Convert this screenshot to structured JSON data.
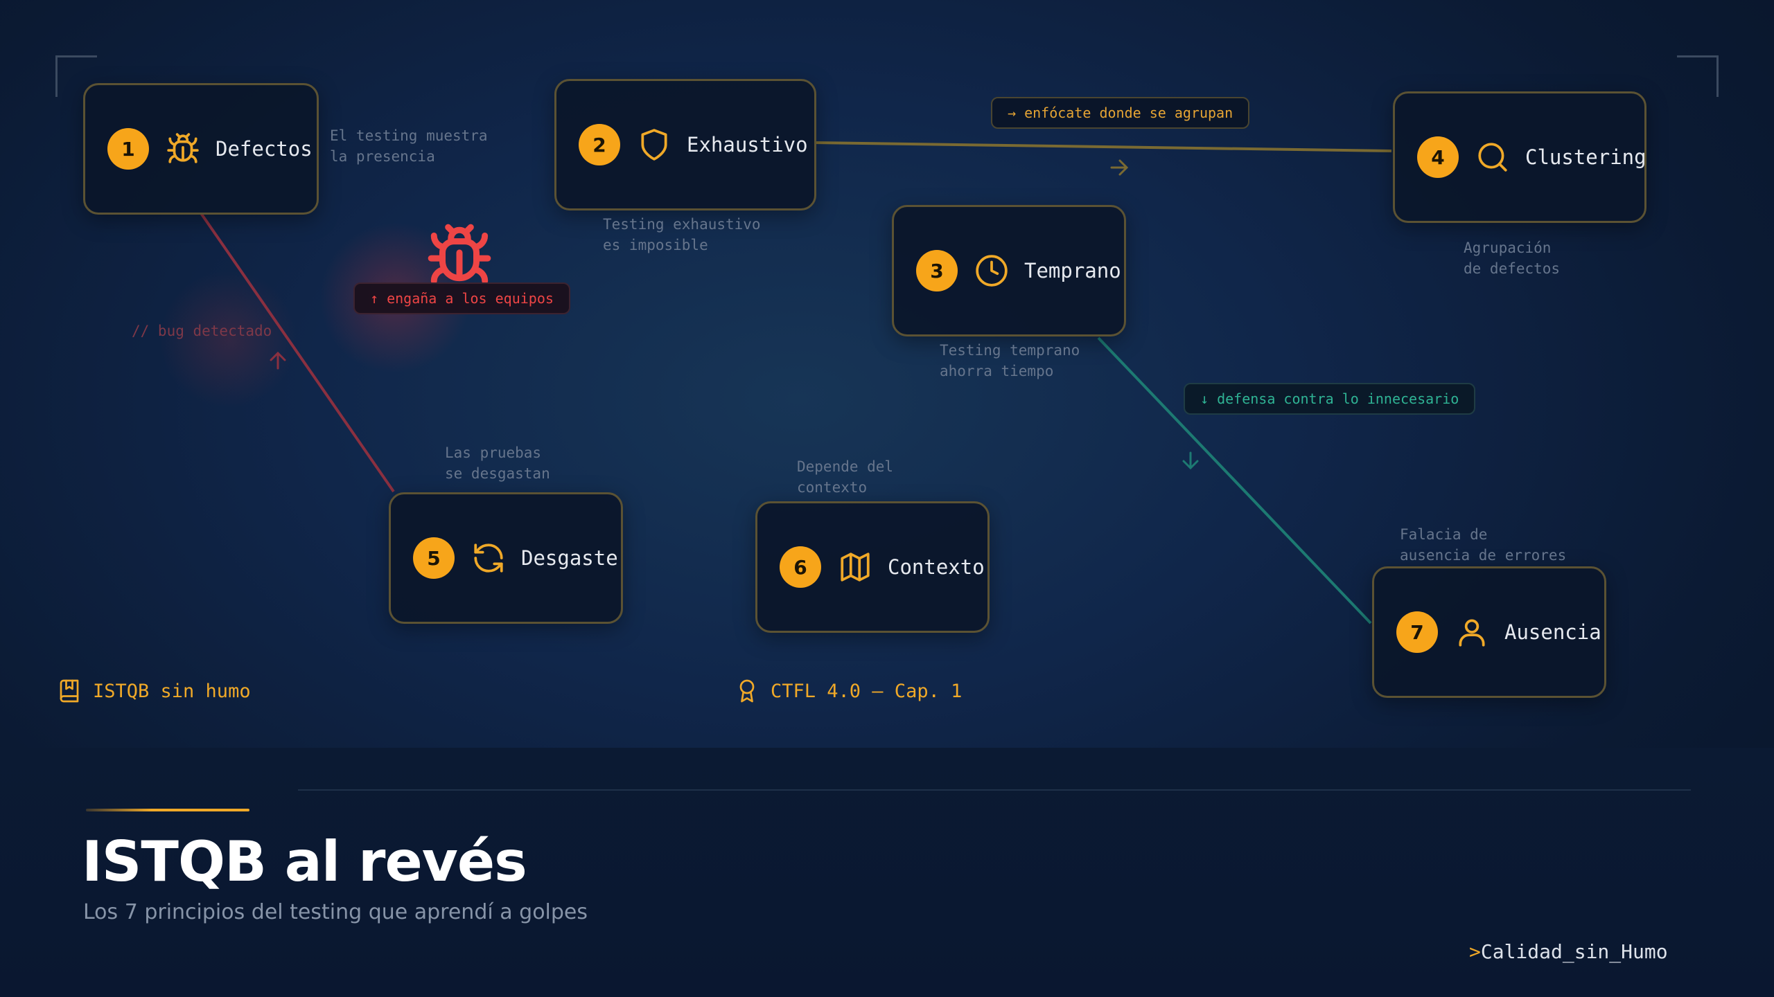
{
  "cards": [
    {
      "number": "1",
      "label": "Defectos",
      "icon": "bug-icon"
    },
    {
      "number": "2",
      "label": "Exhaustivo",
      "icon": "shield-icon"
    },
    {
      "number": "3",
      "label": "Temprano",
      "icon": "clock-icon"
    },
    {
      "number": "4",
      "label": "Clustering",
      "icon": "search-icon"
    },
    {
      "number": "5",
      "label": "Desgaste",
      "icon": "refresh-icon"
    },
    {
      "number": "6",
      "label": "Contexto",
      "icon": "map-icon"
    },
    {
      "number": "7",
      "label": "Ausencia",
      "icon": "user-icon"
    }
  ],
  "notes": {
    "defectos": "El testing muestra\nla presencia",
    "exhaustivo": "Testing exhaustivo\nes imposible",
    "temprano": "Testing temprano\nahorra tiempo",
    "clustering": "Agrupación\nde defectos",
    "desgaste": "Las pruebas\nse desgastan",
    "contexto": "Depende del\ncontexto",
    "ausencia": "Falacia de\nausencia de errores"
  },
  "connectors": {
    "gold": "→ enfócate donde se agrupan",
    "red": "↑ engaña a los equipos",
    "teal": "↓ defensa contra lo innecesario",
    "bug_comment": "// bug detectado"
  },
  "footer": {
    "left": "ISTQB sin humo",
    "center": "CTFL 4.0 — Cap. 1"
  },
  "title": "ISTQB al revés",
  "subtitle": "Los 7 principios del testing que aprendí a golpes",
  "brand": {
    "prompt": ">",
    "name": "Calidad_sin_Humo"
  },
  "colors": {
    "accent": "#f7a51a",
    "red": "#ee4545",
    "teal": "#2fb394",
    "background": "#0b1a33"
  }
}
